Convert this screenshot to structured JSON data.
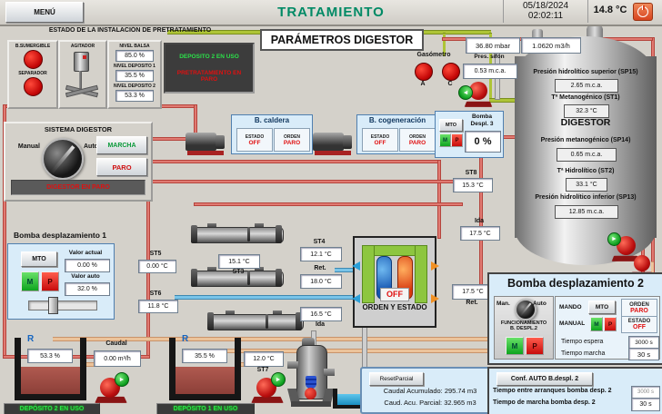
{
  "header": {
    "menu_label": "MENÚ",
    "title": "TRATAMIENTO",
    "date": "05/18/2024",
    "time": "02:02:11",
    "temperature": "14.8 °C"
  },
  "pretratamiento": {
    "title": "ESTADO DE LA INSTALACIÓN DE PRETRATAMIENTO",
    "bomba_sumergible_label": "B.SUMERGIBLE",
    "separador_label": "SEPARADOR",
    "agitador_label": "AGITADOR",
    "niveles": [
      {
        "label": "NIVEL BALSA",
        "value": "85.0 %"
      },
      {
        "label": "NIVEL DEPOSITO 1",
        "value": "35.5 %"
      },
      {
        "label": "NIVEL DEPOSITO 2",
        "value": "53.3 %"
      }
    ],
    "status_ok": "DEPOSITO 2 EN USO",
    "status_alarm": "PRETRATAMIENTO EN PARO"
  },
  "params_title": "PARÁMETROS DIGESTOR",
  "sistema_digestor": {
    "title": "SISTEMA DIGESTOR",
    "manual_label": "Manual",
    "auto_label": "Auto",
    "marcha_label": "MARCHA",
    "paro_label": "PARO",
    "status": "DIGESTOR EN PARO"
  },
  "caldera": {
    "title": "B. caldera",
    "estado_label": "ESTADO",
    "estado_value": "OFF",
    "orden_label": "ORDEN",
    "orden_value": "PARO"
  },
  "cogeneracion": {
    "title": "B. cogeneración",
    "estado_label": "ESTADO",
    "estado_value": "OFF",
    "orden_label": "ORDEN",
    "orden_value": "PARO"
  },
  "bomba3": {
    "title_line1": "Bomba",
    "title_line2": "Despl. 3",
    "mto_label": "MTO",
    "m_label": "M",
    "p_label": "P",
    "value": "0 %"
  },
  "gasometro": {
    "label": "Gasómetro",
    "a_label": "A",
    "c_label": "C",
    "presion_value": "36.80 mbar",
    "caudal_value": "1.0620 m3/h",
    "sifon_label": "Pres. sifón",
    "sifon_value": "0.53 m.c.a."
  },
  "digestor": {
    "sp15_label": "Presión hidrolítico superior (SP15)",
    "sp15_value": "2.65 m.c.a.",
    "st1_label": "Tª Metanogénico (ST1)",
    "st1_value": "32.3 °C",
    "name": "DIGESTOR",
    "sp14_label": "Presión metanogénico (SP14)",
    "sp14_value": "0.65 m.c.a.",
    "st2_label": "Tª Hidrolítico (ST2)",
    "st2_value": "33.1 °C",
    "sp13_label": "Presión hidrolítico inferior (SP13)",
    "sp13_value": "12.85 m.c.a."
  },
  "sensors": {
    "st8": {
      "label": "ST8",
      "value": "15.3 °C"
    },
    "ida_sup": {
      "label": "Ida",
      "value": "17.5 °C"
    },
    "st5": {
      "label": "ST5",
      "value": "0.00 °C"
    },
    "st3": {
      "label": "ST3",
      "value": "15.1 °C"
    },
    "st4": {
      "label": "ST4",
      "value": "12.1 °C"
    },
    "ret_med": {
      "label": "Ret.",
      "value": "18.0 °C"
    },
    "st6": {
      "label": "ST6",
      "value": "11.8 °C"
    },
    "ida_med": {
      "label": "Ida",
      "value": "16.5 °C"
    },
    "ret_inf": {
      "label": "Ret.",
      "value": "17.5 °C"
    },
    "st7": {
      "label": "ST7",
      "value": "12.0 °C"
    }
  },
  "bomba_calor": {
    "estado": "OFF",
    "caption": "ORDEN Y ESTADO"
  },
  "bomba1": {
    "title": "Bomba desplazamiento 1",
    "mto_label": "MTO",
    "m_label": "M",
    "p_label": "P",
    "valor_actual_label": "Valor actual",
    "valor_actual": "0.00 %",
    "valor_auto_label": "Valor auto",
    "valor_auto": "32.0 %"
  },
  "caudal": {
    "label": "Caudal",
    "value": "0.00 m³/h"
  },
  "deposito2": {
    "nivel": "53.3 %",
    "status": "DEPÓSITO 2 EN USO"
  },
  "deposito1": {
    "nivel": "35.5 %",
    "status": "DEPÓSITO 1 EN USO"
  },
  "totalizador": {
    "reset_label": "ResetParcial",
    "acumulado": "Caudal Acumulado: 295.74 m3",
    "parcial": "Caud. Acu. Parcial: 32.965 m3"
  },
  "bomba2": {
    "title": "Bomba  desplazamiento 2",
    "man_label": "Man.",
    "auto_label": "Auto",
    "funcionamiento_line1": "FUNCIONAMIENTO",
    "funcionamiento_line2": "B. DESPL.2",
    "mando_label": "MANDO",
    "manual_label": "MANUAL",
    "mto_label": "MTO",
    "m_label": "M",
    "p_label": "P",
    "orden_label": "ORDEN",
    "orden_value": "PARO",
    "estado_label": "ESTADO",
    "estado_value": "OFF",
    "tiempo_espera_label": "Tiempo espera",
    "tiempo_espera_value": "3000 s",
    "tiempo_marcha_label": "Tiempo marcha",
    "tiempo_marcha_value": "30 s"
  },
  "conf_auto": {
    "title": "Conf. AUTO B.despl. 2",
    "arranques_label": "Tiempo entre arranques bomba desp. 2",
    "arranques_value": "3000 s",
    "marcha_label": "Tiempo de marcha bomba desp. 2",
    "marcha_value": "30 s"
  },
  "icons": {
    "level_sensor_glyph": "R",
    "pump_arrow_glyph": "►"
  }
}
